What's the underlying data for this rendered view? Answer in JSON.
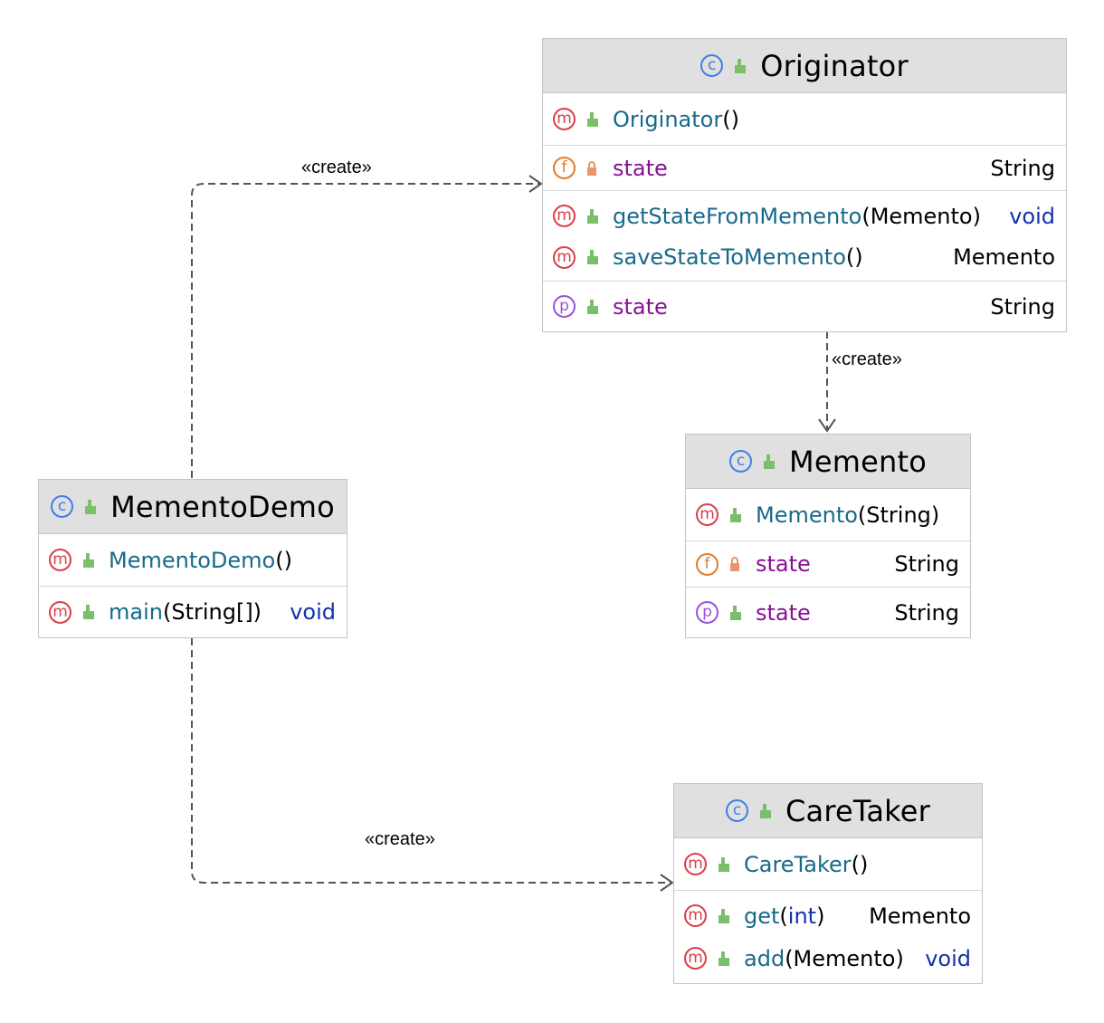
{
  "edges": [
    {
      "label": "«create»",
      "from": "MementoDemo",
      "to": "Originator"
    },
    {
      "label": "«create»",
      "from": "Originator",
      "to": "Memento"
    },
    {
      "label": "«create»",
      "from": "MementoDemo",
      "to": "CareTaker"
    }
  ],
  "classes": {
    "originator": {
      "name": "Originator",
      "constructor": {
        "name": "Originator",
        "params": "()"
      },
      "field": {
        "name": "state",
        "type": "String"
      },
      "methods": [
        {
          "name": "getStateFromMemento",
          "params": "(Memento)",
          "type": "void"
        },
        {
          "name": "saveStateToMemento",
          "params": "()",
          "type": "Memento"
        }
      ],
      "property": {
        "name": "state",
        "type": "String"
      }
    },
    "memento": {
      "name": "Memento",
      "constructor": {
        "name": "Memento",
        "params": "(String)"
      },
      "field": {
        "name": "state",
        "type": "String"
      },
      "property": {
        "name": "state",
        "type": "String"
      }
    },
    "mementodemo": {
      "name": "MementoDemo",
      "constructor": {
        "name": "MementoDemo",
        "params": "()"
      },
      "methods": [
        {
          "name": "main",
          "params": "(String[])",
          "type": "void"
        }
      ]
    },
    "caretaker": {
      "name": "CareTaker",
      "constructor": {
        "name": "CareTaker",
        "params": "()"
      },
      "methods": [
        {
          "name": "get",
          "param_open": "(",
          "param_type": "int",
          "param_close": ")",
          "type": "Memento"
        },
        {
          "name": "add",
          "params": "(Memento)",
          "type": "void"
        }
      ]
    }
  },
  "badges": {
    "class": "c",
    "method": "m",
    "field": "f",
    "property": "p"
  },
  "colors": {
    "class_badge": "#3f7ee8",
    "method_badge": "#d8404a",
    "field_badge": "#e07c2a",
    "property_badge": "#9b52e0",
    "method_name": "#176a8a",
    "field_name": "#871094",
    "keyword": "#1232a8",
    "header_bg": "#e0e0e0",
    "public_visibility": "#7cbf6a",
    "private_visibility": "#e8956b"
  }
}
